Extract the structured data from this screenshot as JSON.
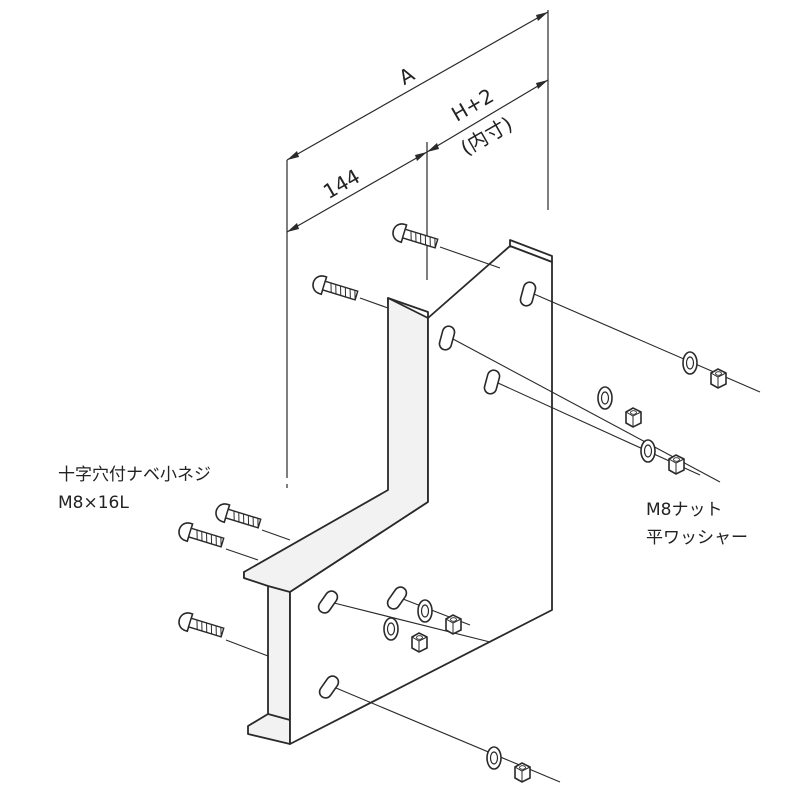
{
  "dimensions": {
    "a_label": "A",
    "dim_144": "144",
    "h_label": "H+2",
    "inner_label": "(内寸)"
  },
  "callouts": {
    "screw_name": "十字穴付ナベ小ネジ",
    "screw_size": "M8×16L",
    "nut_name": "M8ナット",
    "washer_name": "平ワッシャー"
  },
  "colors": {
    "line": "#2a2a2a",
    "fill": "#ffffff",
    "part_shade": "#e6e6e6"
  }
}
